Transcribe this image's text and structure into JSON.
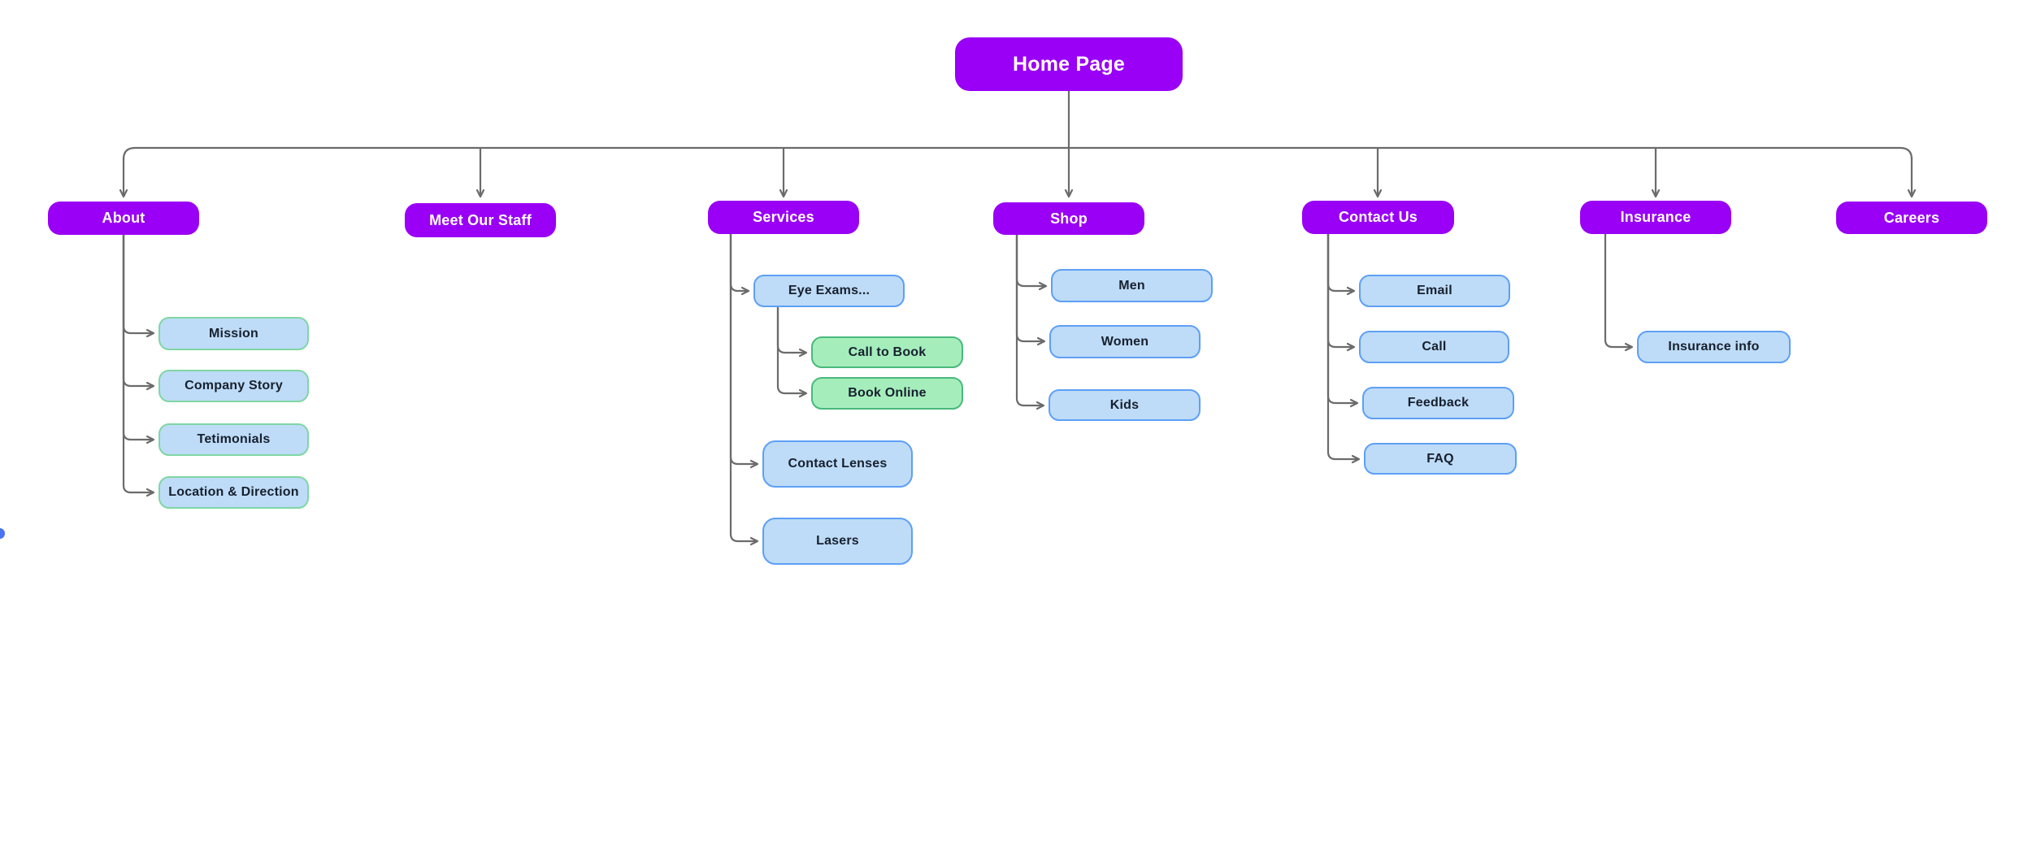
{
  "diagram": {
    "root": {
      "label": "Home Page"
    },
    "sections": [
      {
        "label": "About",
        "children": [
          {
            "label": "Mission"
          },
          {
            "label": "Company Story"
          },
          {
            "label": "Tetimonials"
          },
          {
            "label": "Location & Direction"
          }
        ]
      },
      {
        "label": "Meet Our Staff",
        "children": []
      },
      {
        "label": "Services",
        "children": [
          {
            "label": "Eye Exams...",
            "children": [
              {
                "label": "Call to Book"
              },
              {
                "label": "Book Online"
              }
            ]
          },
          {
            "label": "Contact Lenses"
          },
          {
            "label": "Lasers"
          }
        ]
      },
      {
        "label": "Shop",
        "children": [
          {
            "label": "Men"
          },
          {
            "label": "Women"
          },
          {
            "label": "Kids"
          }
        ]
      },
      {
        "label": "Contact Us",
        "children": [
          {
            "label": "Email"
          },
          {
            "label": "Call"
          },
          {
            "label": "Feedback"
          },
          {
            "label": "FAQ"
          }
        ]
      },
      {
        "label": "Insurance",
        "children": [
          {
            "label": "Insurance info"
          }
        ]
      },
      {
        "label": "Careers",
        "children": []
      }
    ]
  },
  "colors": {
    "canvas": "#ffffff",
    "node-purple": "#9900f5",
    "node-blue-fill": "#bedcf7",
    "node-blue-border": "#5e9ff6",
    "node-green-fill": "#a5eebc",
    "node-green-border": "#49b97c",
    "about-child-border": "#7fd6a4",
    "connector": "#6b6b6b",
    "text-dark": "#17202e",
    "text-light": "#ffffff",
    "presence-dot": "#4a72f5"
  }
}
